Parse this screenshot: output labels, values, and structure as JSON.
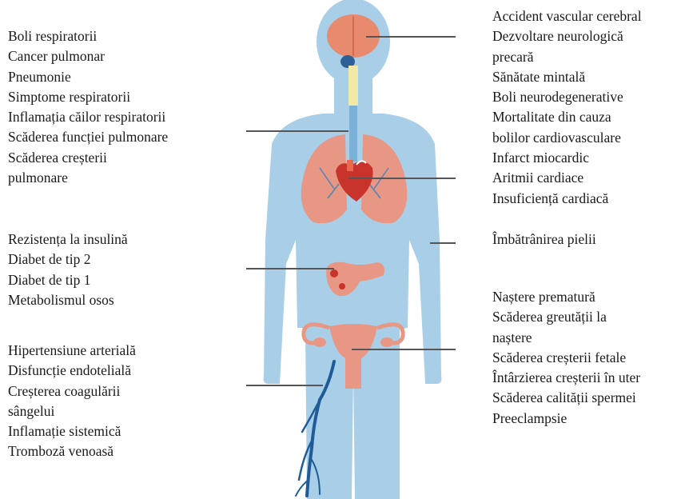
{
  "groups": {
    "respiratory": [
      "Boli respiratorii",
      "Cancer pulmonar",
      "Pneumonie",
      "Simptome respiratorii",
      "Inflamația căilor respiratorii",
      "Scăderea funcției pulmonare",
      "Scăderea creșterii",
      "pulmonare"
    ],
    "metabolic": [
      "Rezistența la insulină",
      "Diabet de tip 2",
      "Diabet de tip 1",
      "Metabolismul osos"
    ],
    "vascular": [
      "Hipertensiune arterială",
      "Disfuncție endotelială",
      "Creșterea coagulării",
      "sângelui",
      "Inflamație sistemică",
      "Tromboză venoasă"
    ],
    "brain_heart": [
      "Accident vascular cerebral",
      "Dezvoltare neurologică",
      "precară",
      "Sănătate mintală",
      "Boli neurodegenerative",
      "Mortalitate din cauza",
      "bolilor cardiovasculare",
      "Infarct miocardic",
      "Aritmii cardiace",
      "Insuficiență cardiacă"
    ],
    "skin": [
      "Îmbătrânirea pielii"
    ],
    "reproductive": [
      "Naștere prematură",
      "Scăderea greutății la",
      "naștere",
      "Scăderea creșterii fetale",
      "Întârzierea creșterii în uter",
      "Scăderea calității spermei",
      "Preeclampsie"
    ]
  },
  "colors": {
    "body": "#a9cfe8",
    "brain": "#e88a6e",
    "organs": "#e79783",
    "heart": "#c8332b",
    "airway": "#f1e9a6",
    "vessels": "#1f5c97",
    "leader": "#555555"
  },
  "icons": {
    "figure": "human-body-silhouette",
    "brain": "brain-icon",
    "lungs": "lungs-icon",
    "heart": "heart-icon",
    "pancreas": "pancreas-icon",
    "uterus": "uterus-icon",
    "veins": "leg-veins-icon"
  }
}
